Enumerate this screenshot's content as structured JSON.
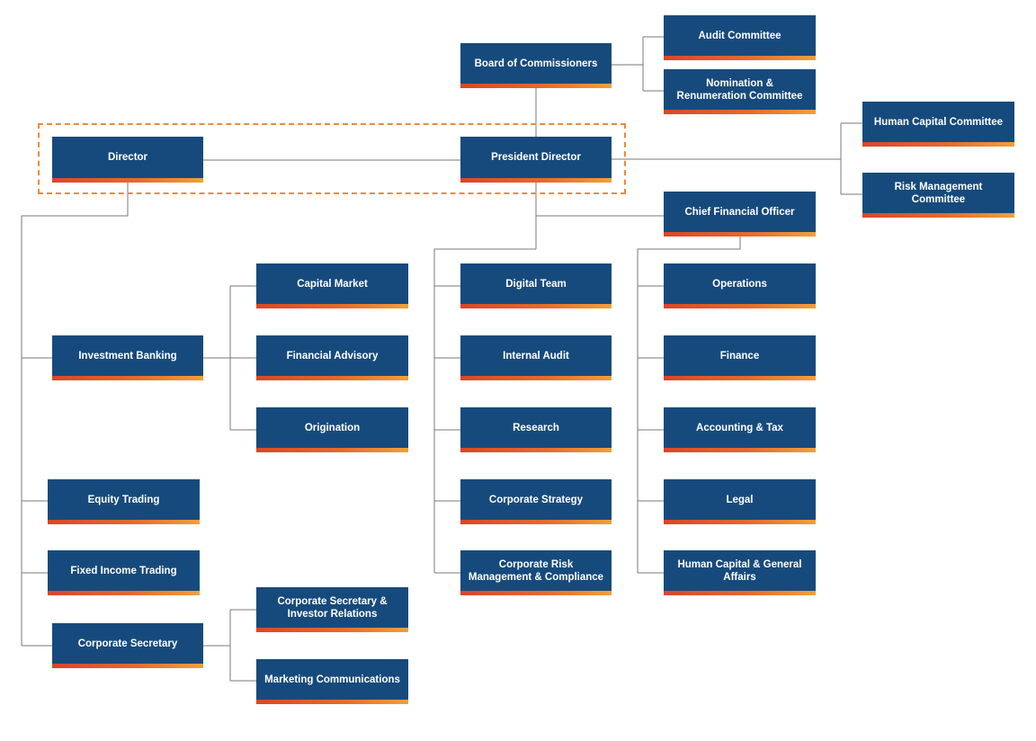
{
  "colors": {
    "box_fill": "#174a7c",
    "accent_start": "#d9462b",
    "accent_end": "#f0a03a",
    "highlight_border": "#ec8a3a",
    "line": "#7a7a7a"
  },
  "nodes": {
    "board": "Board of Commissioners",
    "audit_committee": "Audit Committee",
    "nomination_committee": "Nomination & Renumeration Committee",
    "director": "Director",
    "president_director": "President Director",
    "human_capital_committee": "Human Capital Committee",
    "risk_management_committee": "Risk Management Committee",
    "cfo": "Chief Financial Officer",
    "capital_market": "Capital Market",
    "financial_advisory": "Financial Advisory",
    "origination": "Origination",
    "investment_banking": "Investment Banking",
    "equity_trading": "Equity Trading",
    "fixed_income_trading": "Fixed Income Trading",
    "corporate_secretary": "Corporate Secretary",
    "corp_sec_investor_relations": "Corporate Secretary & Investor Relations",
    "marketing_communications": "Marketing Communications",
    "digital_team": "Digital Team",
    "internal_audit": "Internal Audit",
    "research": "Research",
    "corporate_strategy": "Corporate Strategy",
    "corporate_risk": "Corporate Risk Management & Compliance",
    "operations": "Operations",
    "finance": "Finance",
    "accounting_tax": "Accounting & Tax",
    "legal": "Legal",
    "human_capital_ga": "Human Capital & General Affairs"
  }
}
